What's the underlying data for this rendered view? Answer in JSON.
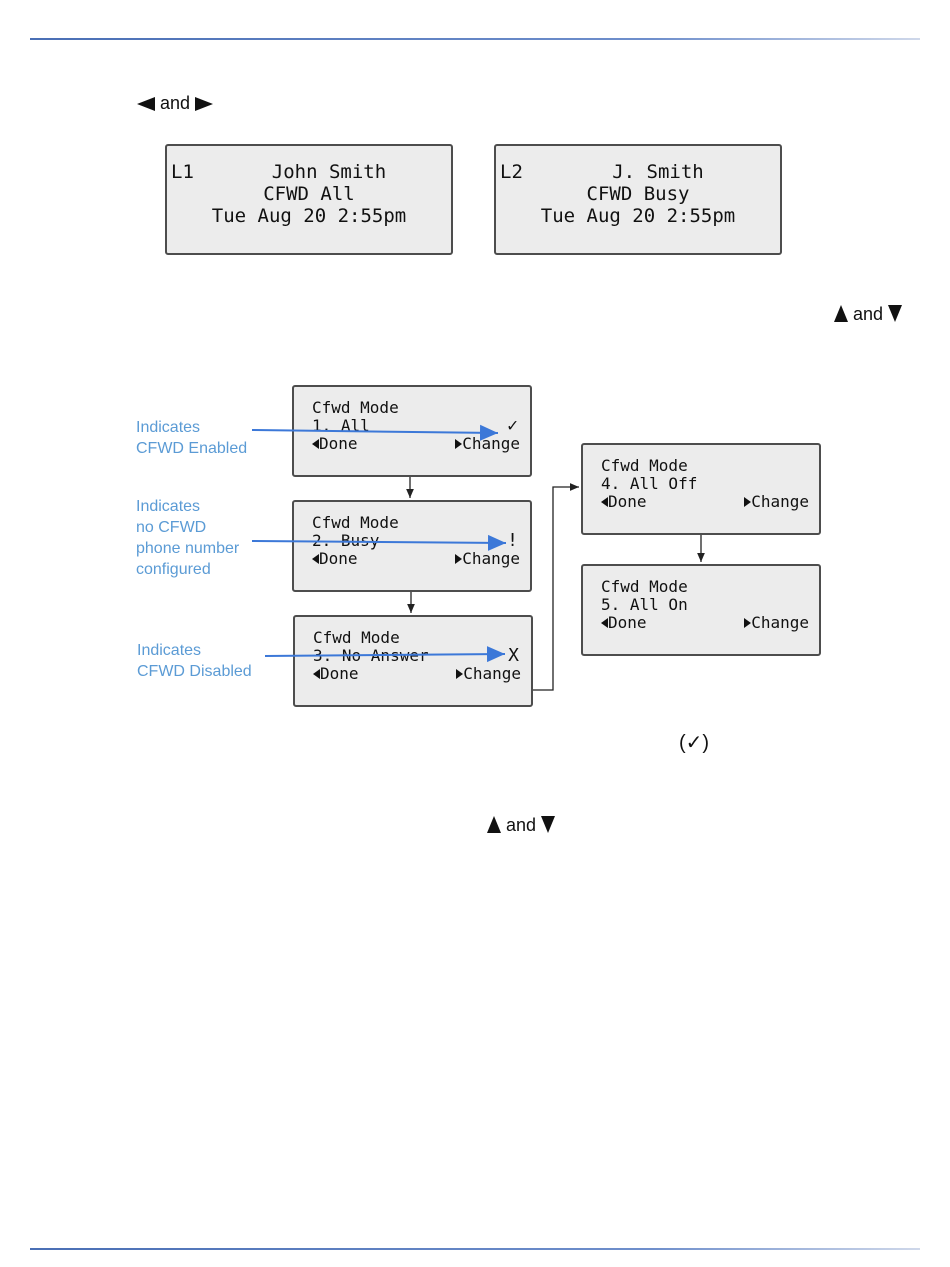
{
  "and_text": "and",
  "top_screens": [
    {
      "line": "L1",
      "name": "John Smith",
      "mode": "CFWD All",
      "date": "Tue Aug 20 2:55pm"
    },
    {
      "line": "L2",
      "name": "J. Smith",
      "mode": "CFWD Busy",
      "date": "Tue Aug 20 2:55pm"
    }
  ],
  "menu_title": "Cfwd Mode",
  "softkey_done": "Done",
  "softkey_change": "Change",
  "menu_screens": [
    {
      "option": "1. All",
      "status": "✓"
    },
    {
      "option": "2. Busy",
      "status": "!"
    },
    {
      "option": "3. No Answer",
      "status": "X"
    },
    {
      "option": "4. All Off",
      "status": ""
    },
    {
      "option": "5. All On",
      "status": ""
    }
  ],
  "annotations": [
    [
      "Indicates",
      "CFWD Enabled"
    ],
    [
      "Indicates",
      "no CFWD",
      "phone number",
      "configured"
    ],
    [
      "Indicates",
      "CFWD Disabled"
    ]
  ],
  "check_symbol": "(✓)",
  "colors": {
    "rule": "#4a6fb5",
    "annotation": "#5b9bd5",
    "lcd_bg": "#ececec"
  }
}
